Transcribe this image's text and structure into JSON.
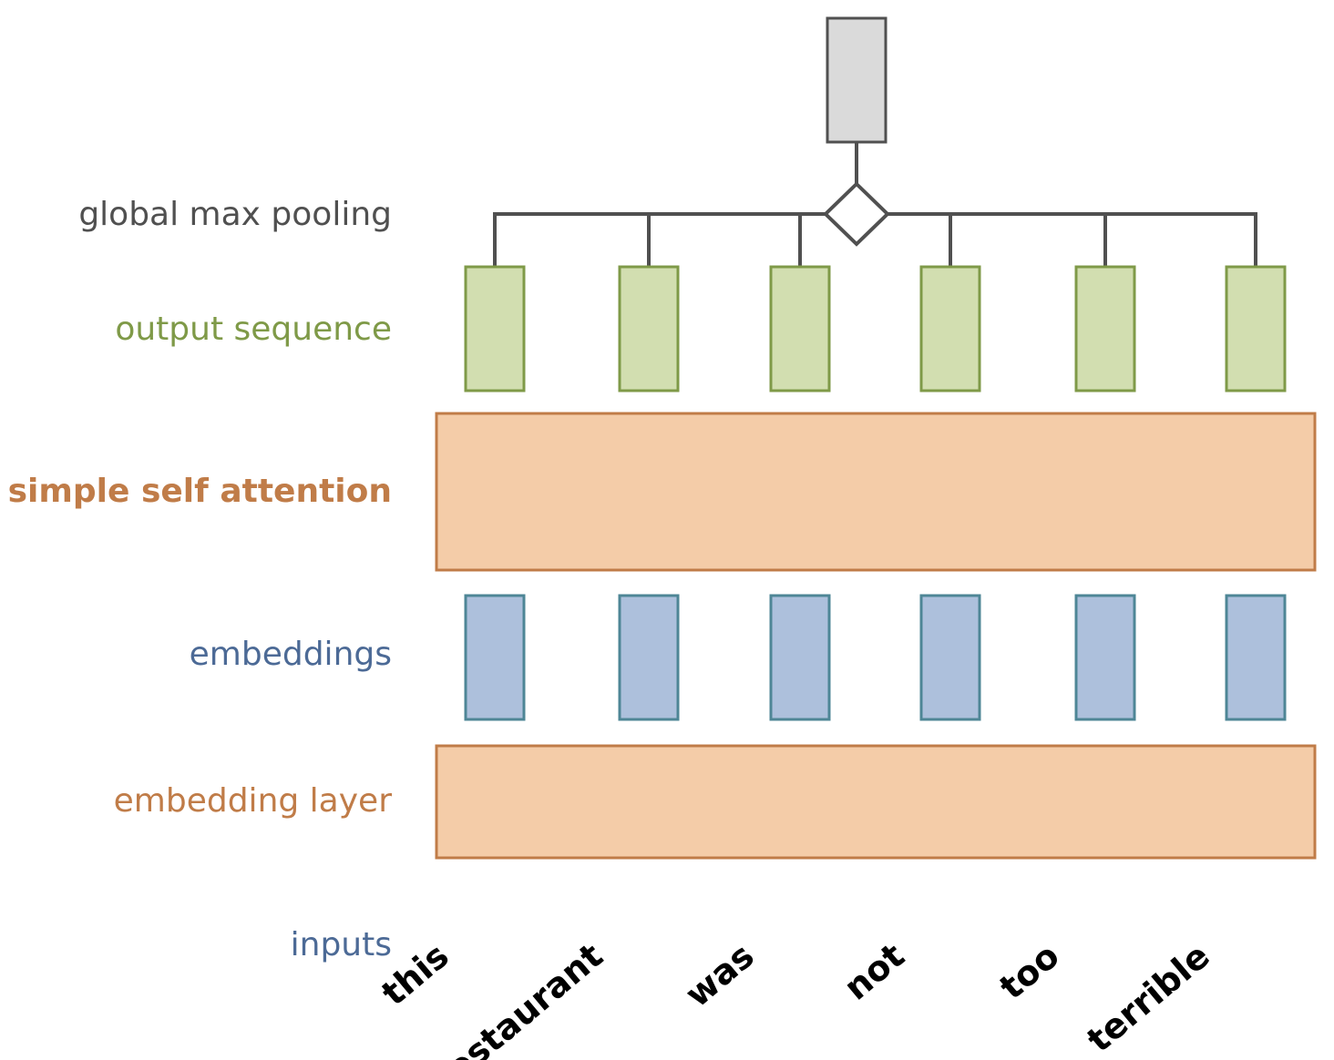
{
  "labels": {
    "pooling": "global max pooling",
    "output": "output sequence",
    "attention": "simple self attention",
    "embeddings": "embeddings",
    "embedding_layer": "embedding layer",
    "inputs": "inputs"
  },
  "tokens": [
    "this",
    "restaurant",
    "was",
    "not",
    "too",
    "terrible"
  ],
  "colors": {
    "pooling_text": "#505050",
    "output_text": "#7f9a48",
    "output_fill": "#d2deb0",
    "output_stroke": "#7f9a48",
    "attention_text": "#c07c48",
    "layer_fill": "#f4cca8",
    "layer_stroke": "#c07c48",
    "embeddings_text": "#4c6a96",
    "embeddings_fill": "#adc0dc",
    "embeddings_stroke": "#4e8696",
    "inputs_text": "#4c6a96",
    "pool_fill": "#dadada",
    "pool_stroke": "#505050",
    "line": "#505050"
  }
}
